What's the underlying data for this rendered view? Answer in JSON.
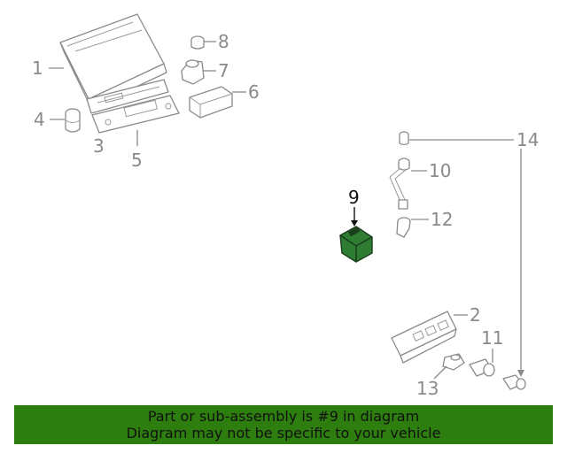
{
  "callouts": {
    "c1": "1",
    "c2": "2",
    "c3": "3",
    "c4": "4",
    "c5": "5",
    "c6": "6",
    "c7": "7",
    "c8": "8",
    "c9": "9",
    "c10": "10",
    "c11": "11",
    "c12": "12",
    "c13": "13",
    "c14": "14"
  },
  "highlight": {
    "part_number": "9",
    "color": "#2e7d32"
  },
  "banner": {
    "line1": "Part or sub-assembly is #9 in diagram",
    "line2": "Diagram may not be specific to your vehicle",
    "color": "#2e7d0f"
  }
}
